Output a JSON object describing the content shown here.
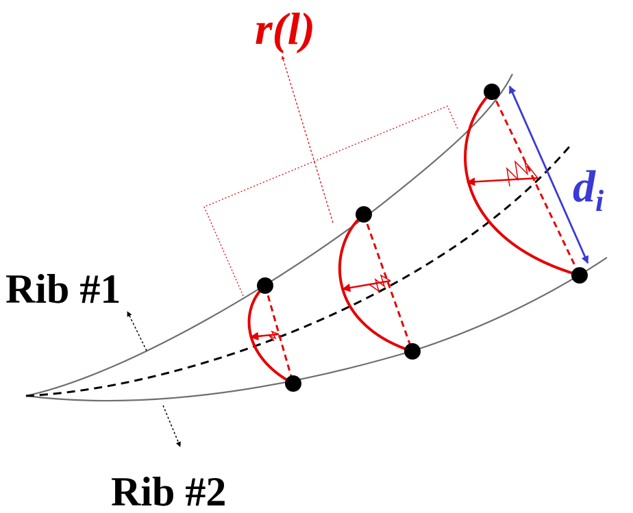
{
  "labels": {
    "rib1": "Rib #1",
    "rib2": "Rib #2",
    "radius_fn": "r(l)",
    "distance_base": "d",
    "distance_sub": "i"
  },
  "colors": {
    "rib_line": "#6e6e6e",
    "centerline": "#000000",
    "profile": "#e60000",
    "distance_arrow": "#3a3ad6",
    "node": "#000000",
    "label": "#000000",
    "r_label": "#e60000",
    "d_label": "#3a3ad6"
  }
}
